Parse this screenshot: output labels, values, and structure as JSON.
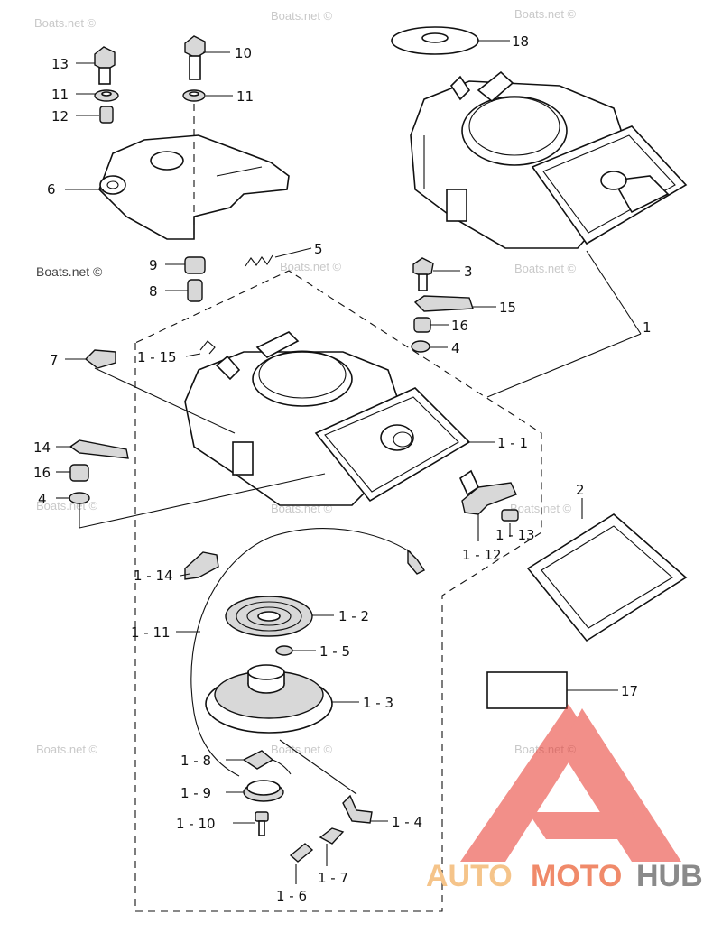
{
  "callouts": {
    "c13": "13",
    "c10": "10",
    "c11a": "11",
    "c11b": "11",
    "c12": "12",
    "c18": "18",
    "c6": "6",
    "c5": "5",
    "c9": "9",
    "c8": "8",
    "c3": "3",
    "c15": "15",
    "c16a": "16",
    "c4a": "4",
    "c1": "1",
    "c7": "7",
    "c1_15": "1 - 15",
    "c1_1": "1 - 1",
    "c14": "14",
    "c16b": "16",
    "c4b": "4",
    "c2": "2",
    "c1_12": "1 - 12",
    "c1_13": "1 - 13",
    "c1_14": "1 - 14",
    "c1_2": "1 - 2",
    "c1_11": "1 - 11",
    "c1_5": "1 - 5",
    "c1_3": "1 - 3",
    "c17": "17",
    "c1_8": "1 - 8",
    "c1_9": "1 - 9",
    "c1_10": "1 - 10",
    "c1_4": "1 - 4",
    "c1_7": "1 - 7",
    "c1_6": "1 - 6"
  },
  "watermark": {
    "text": "Boats.net ©"
  },
  "brand": {
    "auto": "AUTO",
    "moto": "MOTO",
    "hub": "HUB",
    "auto_color": "#f5c48a",
    "moto_color": "#f08a6a",
    "hub_color": "#8a8a8a",
    "logo_color": "#e8342a"
  }
}
